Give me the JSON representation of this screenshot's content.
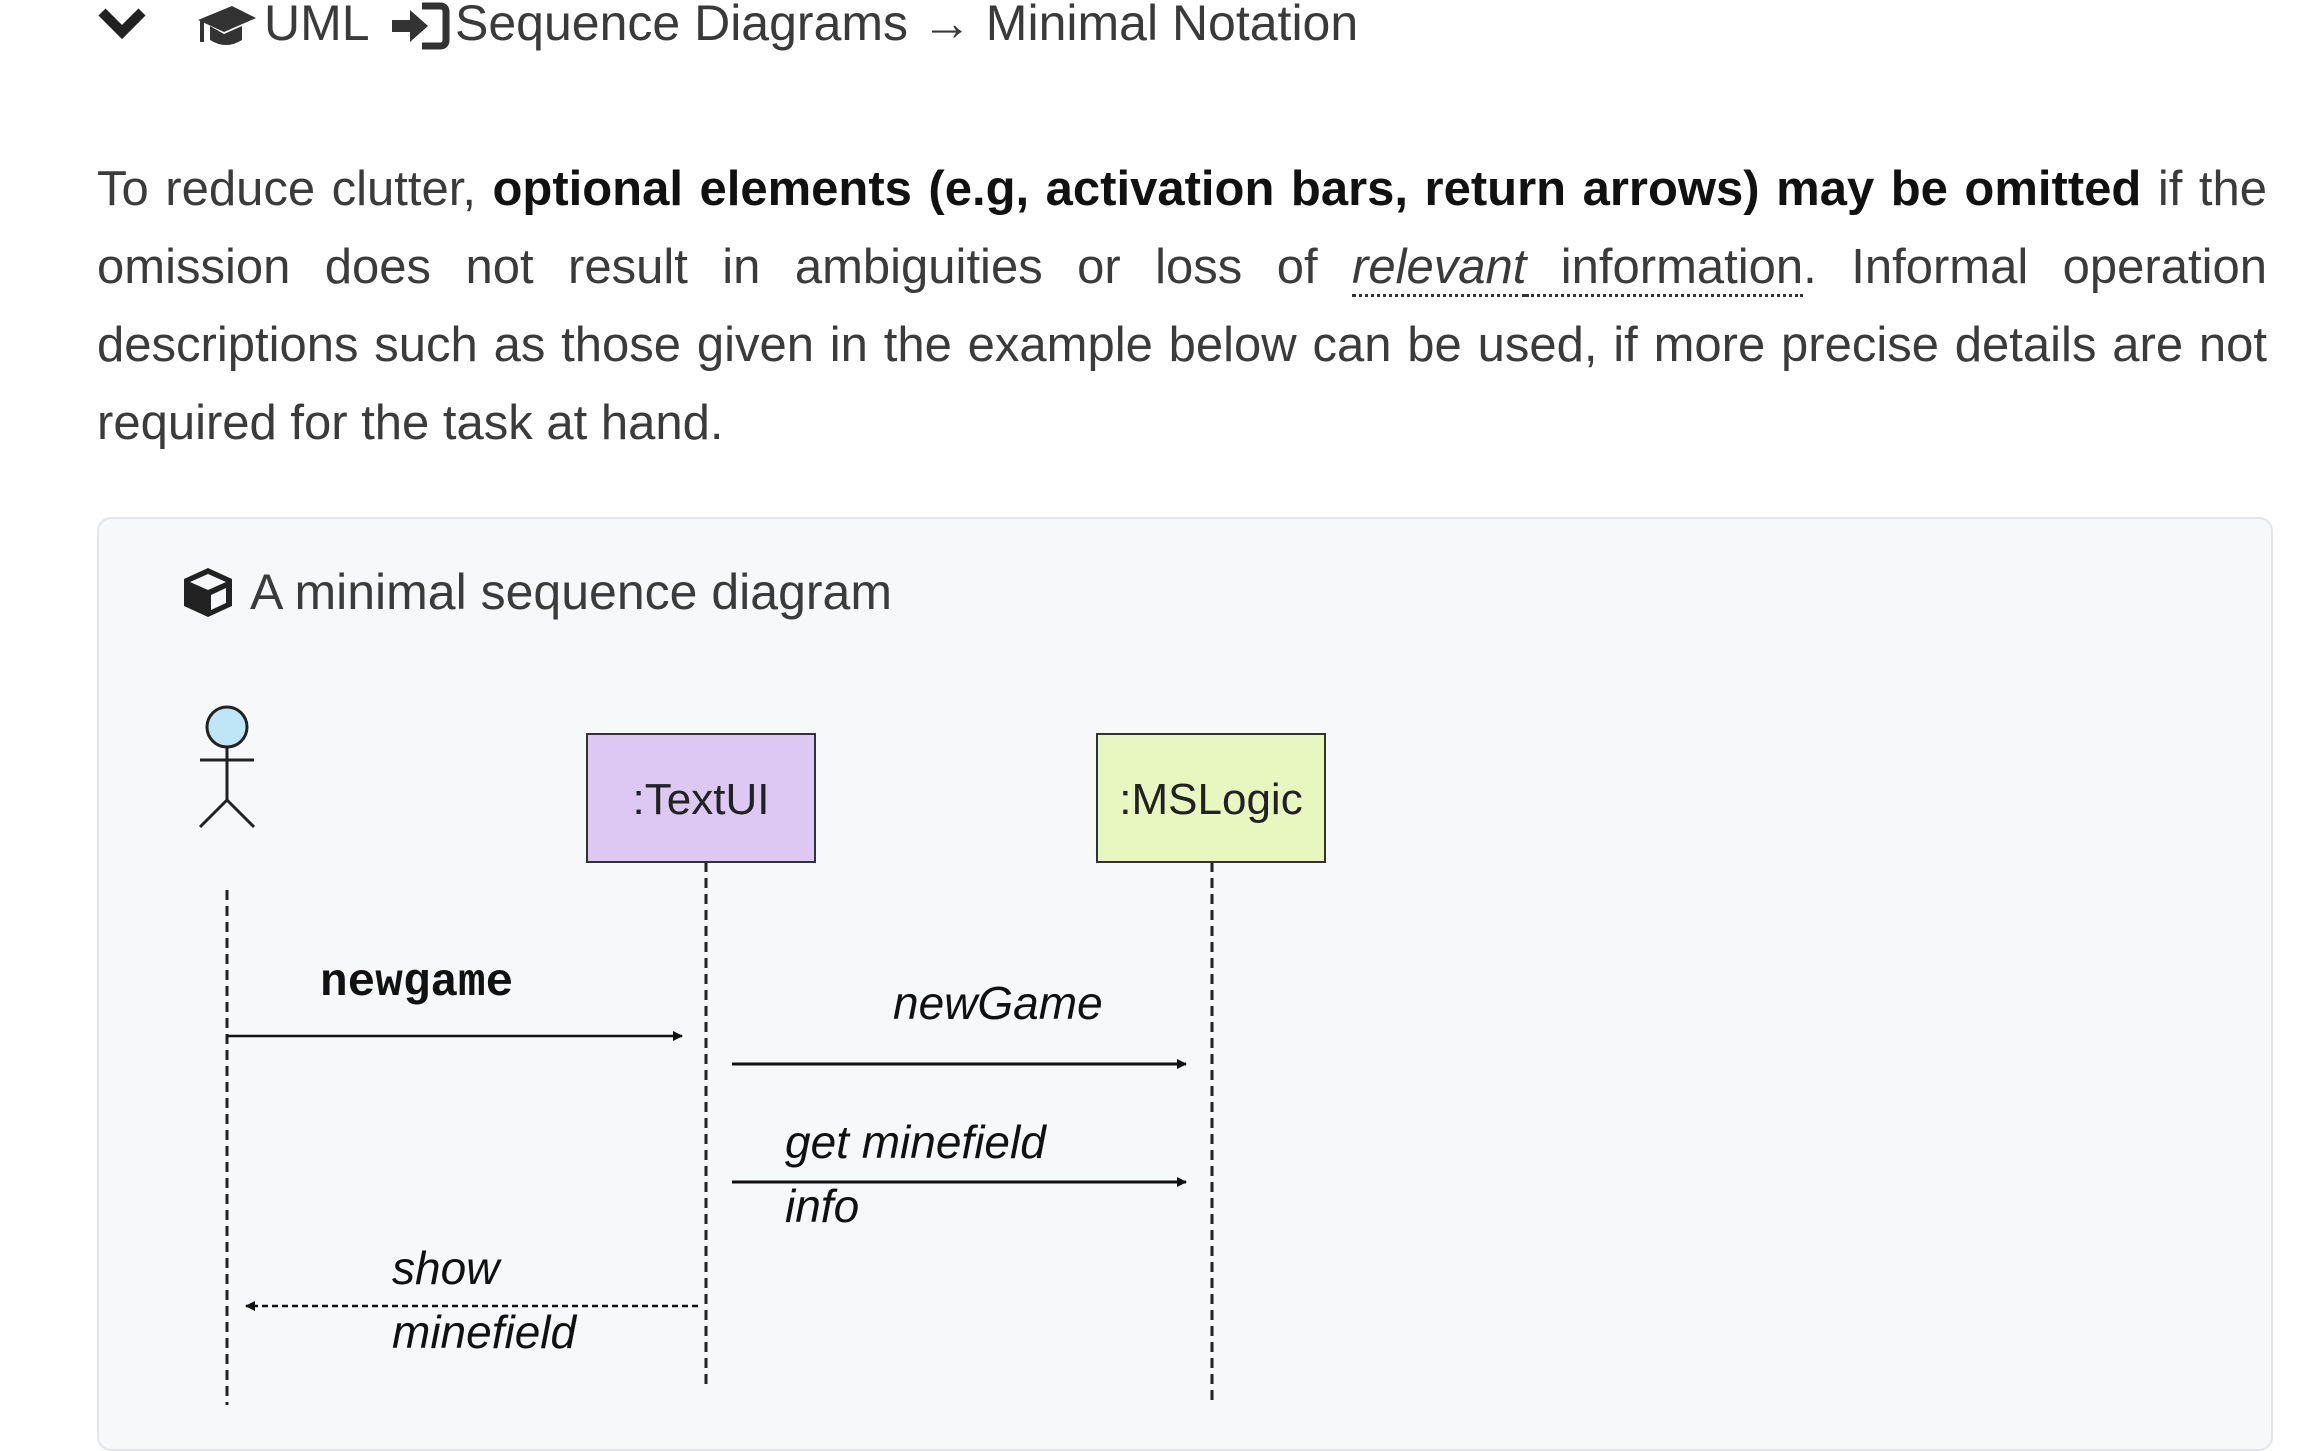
{
  "breadcrumb": {
    "part1": "UML",
    "part2": "Sequence Diagrams → Minimal Notation"
  },
  "paragraph": {
    "t1": "To reduce clutter, ",
    "b1": "optional elements (e.g, activation bars, return arrows) may be omitted",
    "t2": " if the omission does not result in ambiguities or loss of ",
    "rel": "relevant",
    "info": " information",
    "t3": ". Informal operation descriptions such as those given in the example below can be used, if more precise details are not required for the task at hand."
  },
  "card": {
    "title": "A minimal sequence diagram"
  },
  "diagram": {
    "lifelines": [
      {
        "label": ":TextUI",
        "fill": "#dcc8f2"
      },
      {
        "label": ":MSLogic",
        "fill": "#e8f7c0"
      }
    ],
    "messages": [
      {
        "label": "newgame"
      },
      {
        "label": "newGame"
      },
      {
        "label1": "get minefield",
        "label2": "info"
      },
      {
        "label1": "show",
        "label2": "minefield"
      }
    ]
  },
  "colors": {
    "actor_head": "#bfe6f7",
    "textui_box": "#dcc8f2",
    "mslogic_box": "#e8f7c0"
  }
}
